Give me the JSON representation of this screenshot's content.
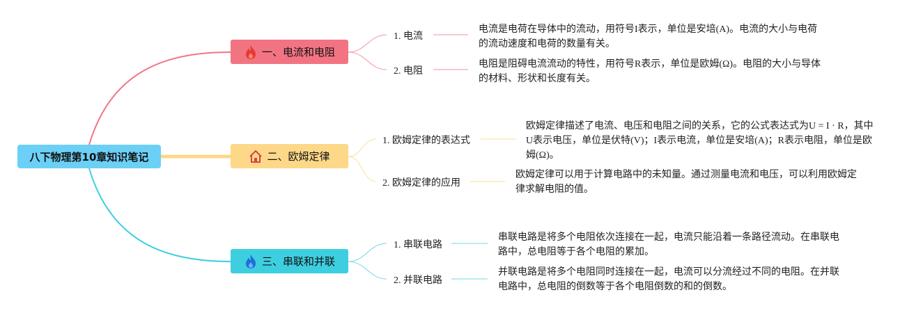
{
  "root": {
    "title": "八下物理第10章知识笔记"
  },
  "colors": {
    "branch1": "#f27483",
    "branch2": "#fdd889",
    "branch3": "#3dcfe0",
    "root": "#6ccff6"
  },
  "branches": [
    {
      "icon": "fire-icon",
      "label": "一、电流和电阻",
      "items": [
        {
          "label": "1. 电流",
          "desc": "电流是电荷在导体中的流动，用符号I表示，单位是安培(A)。电流的大小与电荷的流动速度和电荷的数量有关。"
        },
        {
          "label": "2. 电阻",
          "desc": "电阻是阻碍电流流动的特性，用符号R表示，单位是欧姆(Ω)。电阻的大小与导体的材料、形状和长度有关。"
        }
      ]
    },
    {
      "icon": "house-icon",
      "label": "二、欧姆定律",
      "items": [
        {
          "label": "1. 欧姆定律的表达式",
          "desc": "欧姆定律描述了电流、电压和电阻之间的关系，它的公式表达式为U = I · R，其中U表示电压，单位是伏特(V)；I表示电流，单位是安培(A)；R表示电阻，单位是欧姆(Ω)。"
        },
        {
          "label": "2. 欧姆定律的应用",
          "desc": "欧姆定律可以用于计算电路中的未知量。通过测量电流和电压，可以利用欧姆定律求解电阻的值。"
        }
      ]
    },
    {
      "icon": "flame-icon",
      "label": "三、串联和并联",
      "items": [
        {
          "label": "1. 串联电路",
          "desc": "串联电路是将多个电阻依次连接在一起，电流只能沿着一条路径流动。在串联电路中，总电阻等于各个电阻的累加。"
        },
        {
          "label": "2. 并联电路",
          "desc": "并联电路是将多个电阻同时连接在一起，电流可以分流经过不同的电阻。在并联电路中，总电阻的倒数等于各个电阻倒数的和的倒数。"
        }
      ]
    }
  ]
}
